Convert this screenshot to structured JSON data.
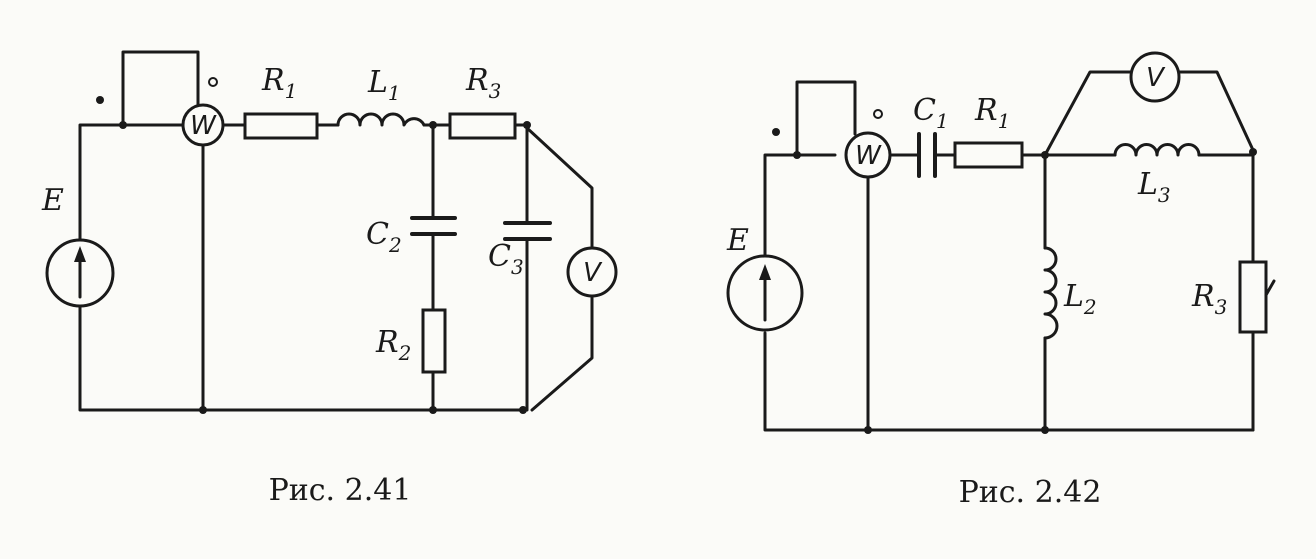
{
  "figures": [
    {
      "caption": "Рис. 2.41",
      "labels": {
        "E": "E",
        "W": "W",
        "V": "V",
        "R1": {
          "letter": "R",
          "sub": "1"
        },
        "L1": {
          "letter": "L",
          "sub": "1"
        },
        "R3": {
          "letter": "R",
          "sub": "3"
        },
        "C2": {
          "letter": "C",
          "sub": "2"
        },
        "C3": {
          "letter": "C",
          "sub": "3"
        },
        "R2": {
          "letter": "R",
          "sub": "2"
        }
      }
    },
    {
      "caption": "Рис. 2.42",
      "labels": {
        "E": "E",
        "W": "W",
        "V": "V",
        "C1": {
          "letter": "C",
          "sub": "1"
        },
        "R1": {
          "letter": "R",
          "sub": "1"
        },
        "L3": {
          "letter": "L",
          "sub": "3"
        },
        "L2": {
          "letter": "L",
          "sub": "2"
        },
        "R3": {
          "letter": "R",
          "sub": "3"
        }
      }
    }
  ]
}
